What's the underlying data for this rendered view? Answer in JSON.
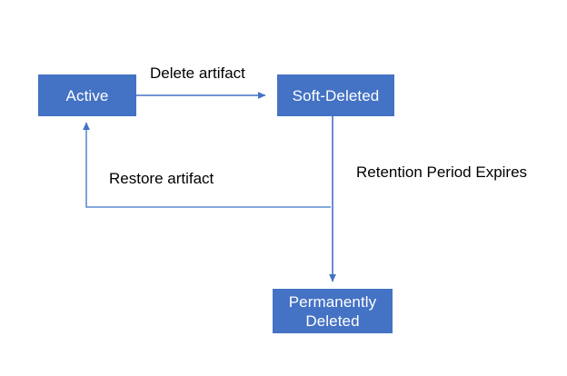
{
  "diagram": {
    "type": "state-transition-diagram",
    "background_color": "#ffffff",
    "node_fill_color": "#4472C4",
    "node_text_color": "#ffffff",
    "edge_color": "#4472C4",
    "label_text_color": "#000000",
    "nodes": [
      {
        "id": "active",
        "label": "Active"
      },
      {
        "id": "soft_deleted",
        "label": "Soft-Deleted"
      },
      {
        "id": "permanently_deleted",
        "label_line1": "Permanently",
        "label_line2": "Deleted"
      }
    ],
    "edges": [
      {
        "id": "delete_artifact",
        "label": "Delete artifact",
        "from": "Active",
        "to": "Soft-Deleted"
      },
      {
        "id": "restore_artifact",
        "label": "Restore artifact",
        "from": "Soft-Deleted",
        "to": "Active"
      },
      {
        "id": "retention_expires",
        "label": "Retention Period Expires",
        "from": "Soft-Deleted",
        "to": "Permanently Deleted"
      }
    ]
  }
}
